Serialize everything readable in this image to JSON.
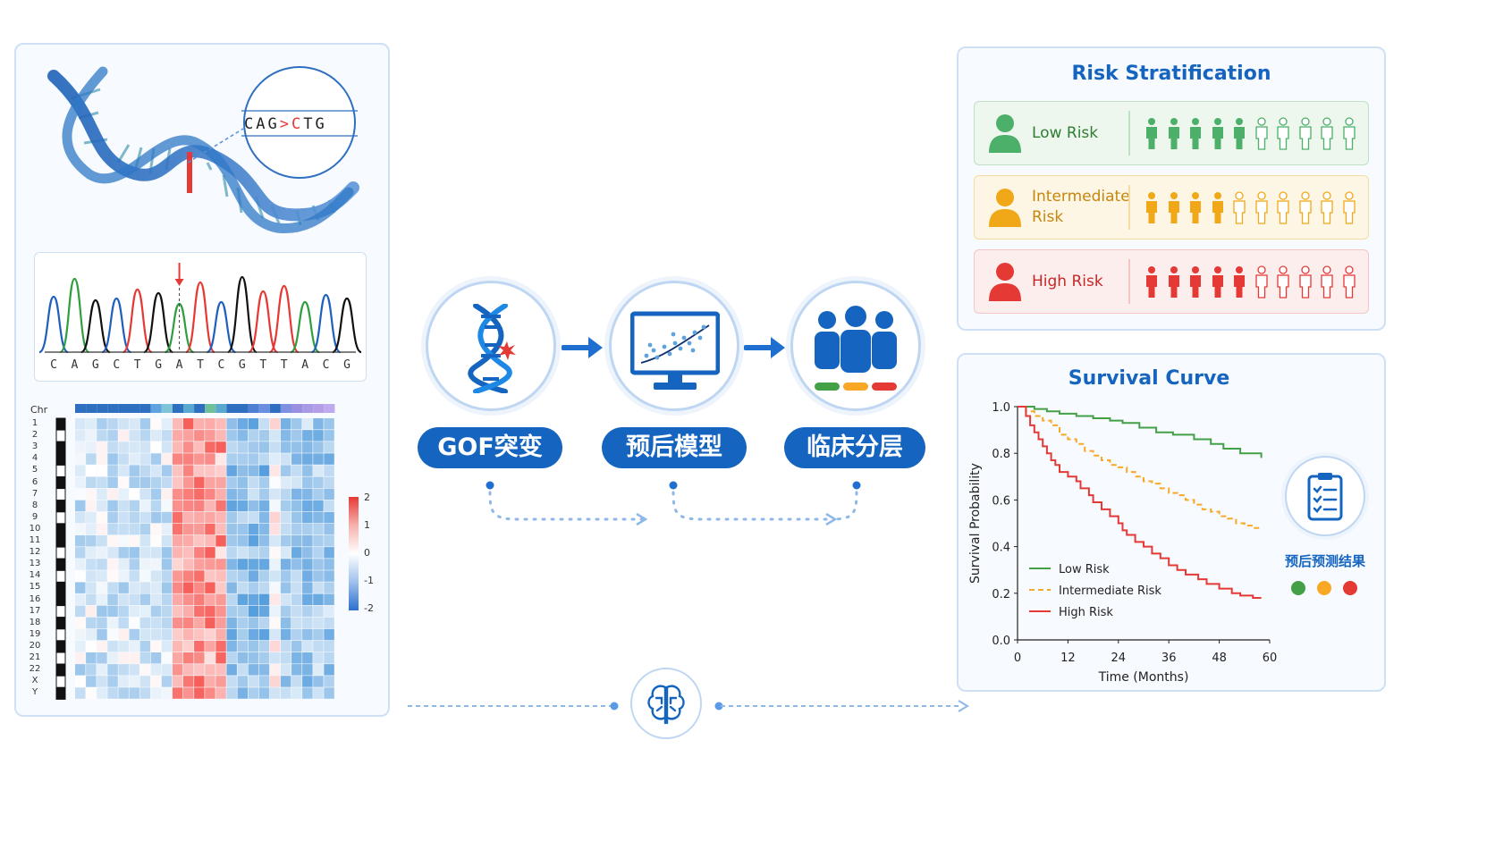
{
  "dna_panel": {
    "mutation_zoom": {
      "ref": "CAG",
      "arrow": ">",
      "alt_base": "C",
      "rest": "TG"
    },
    "chromatogram_bases": [
      "C",
      "A",
      "G",
      "C",
      "T",
      "G",
      "A",
      "T",
      "C",
      "G",
      "T",
      "T",
      "A",
      "C",
      "G"
    ],
    "heatmap": {
      "chr_header": "Chr",
      "chromosomes": [
        "1",
        "2",
        "3",
        "4",
        "5",
        "6",
        "7",
        "8",
        "9",
        "10",
        "11",
        "12",
        "13",
        "14",
        "15",
        "16",
        "17",
        "18",
        "19",
        "20",
        "21",
        "22",
        "X",
        "Y"
      ],
      "scale_ticks": [
        "2",
        "1",
        "0",
        "-1",
        "-2"
      ]
    }
  },
  "pipeline": {
    "steps": [
      {
        "label": "GOF突变",
        "icon": "dna-mutation-icon"
      },
      {
        "label": "预后模型",
        "icon": "monitor-scatter-icon"
      },
      {
        "label": "临床分层",
        "icon": "patient-group-icon"
      }
    ],
    "center_icon": "brain-circuit-icon"
  },
  "risk_stratification": {
    "title": "Risk Stratification",
    "rows": [
      {
        "label": "Low Risk",
        "color": "#4caf6a",
        "bg": "#eef7ee",
        "border": "#bfe0c2",
        "filled": 5,
        "total": 10
      },
      {
        "label": "Intermediate Risk",
        "label_lines": [
          "Intermediate",
          "Risk"
        ],
        "color": "#f0a818",
        "bg": "#fdf6e4",
        "border": "#f4dca2",
        "filled": 4,
        "total": 10
      },
      {
        "label": "High Risk",
        "color": "#e53935",
        "bg": "#fdeeee",
        "border": "#f3c5c4",
        "filled": 5,
        "total": 10
      }
    ]
  },
  "survival_curve": {
    "title": "Survival Curve",
    "result_label": "预后预测结果",
    "result_colors": [
      "#43a047",
      "#f9a825",
      "#e53935"
    ]
  },
  "chart_data": {
    "type": "line",
    "title": "Survival Curve",
    "xlabel": "Time (Months)",
    "ylabel": "Survival Probability",
    "xlim": [
      0,
      60
    ],
    "ylim": [
      0,
      1.0
    ],
    "xticks": [
      "0",
      "12",
      "24",
      "36",
      "48",
      "60"
    ],
    "yticks": [
      "0.0",
      "0.2",
      "0.4",
      "0.6",
      "0.8",
      "1.0"
    ],
    "legend_position": "bottom-left",
    "series": [
      {
        "name": "Low Risk",
        "color": "#43a047",
        "dash": "solid",
        "x": [
          0,
          4,
          7,
          10,
          14,
          18,
          22,
          25,
          29,
          33,
          37,
          42,
          46,
          49,
          53,
          58
        ],
        "y": [
          1.0,
          0.99,
          0.98,
          0.97,
          0.96,
          0.95,
          0.94,
          0.93,
          0.91,
          0.89,
          0.88,
          0.86,
          0.84,
          0.82,
          0.8,
          0.78
        ]
      },
      {
        "name": "Intermediate Risk",
        "color": "#f9a825",
        "dash": "dashed",
        "x": [
          0,
          2,
          4,
          6,
          8,
          10,
          12,
          14,
          16,
          18,
          20,
          22,
          24,
          26,
          28,
          30,
          32,
          34,
          36,
          38,
          40,
          42,
          44,
          46,
          48,
          50,
          52,
          54,
          56,
          58
        ],
        "y": [
          1.0,
          0.98,
          0.96,
          0.94,
          0.92,
          0.88,
          0.86,
          0.84,
          0.81,
          0.79,
          0.77,
          0.75,
          0.74,
          0.72,
          0.7,
          0.68,
          0.67,
          0.65,
          0.63,
          0.62,
          0.6,
          0.58,
          0.56,
          0.55,
          0.53,
          0.52,
          0.5,
          0.49,
          0.48,
          0.48
        ]
      },
      {
        "name": "High Risk",
        "color": "#e53935",
        "dash": "solid",
        "x": [
          0,
          2,
          3,
          4,
          5,
          6,
          7,
          8,
          9,
          10,
          12,
          14,
          15,
          17,
          18,
          20,
          22,
          24,
          25,
          26,
          28,
          30,
          32,
          34,
          36,
          38,
          40,
          43,
          45,
          48,
          51,
          53,
          56,
          58
        ],
        "y": [
          1.0,
          0.96,
          0.92,
          0.89,
          0.86,
          0.83,
          0.8,
          0.77,
          0.75,
          0.72,
          0.7,
          0.68,
          0.65,
          0.62,
          0.59,
          0.56,
          0.53,
          0.5,
          0.47,
          0.45,
          0.42,
          0.4,
          0.37,
          0.35,
          0.32,
          0.3,
          0.28,
          0.26,
          0.24,
          0.22,
          0.2,
          0.19,
          0.18,
          0.18
        ]
      }
    ]
  }
}
